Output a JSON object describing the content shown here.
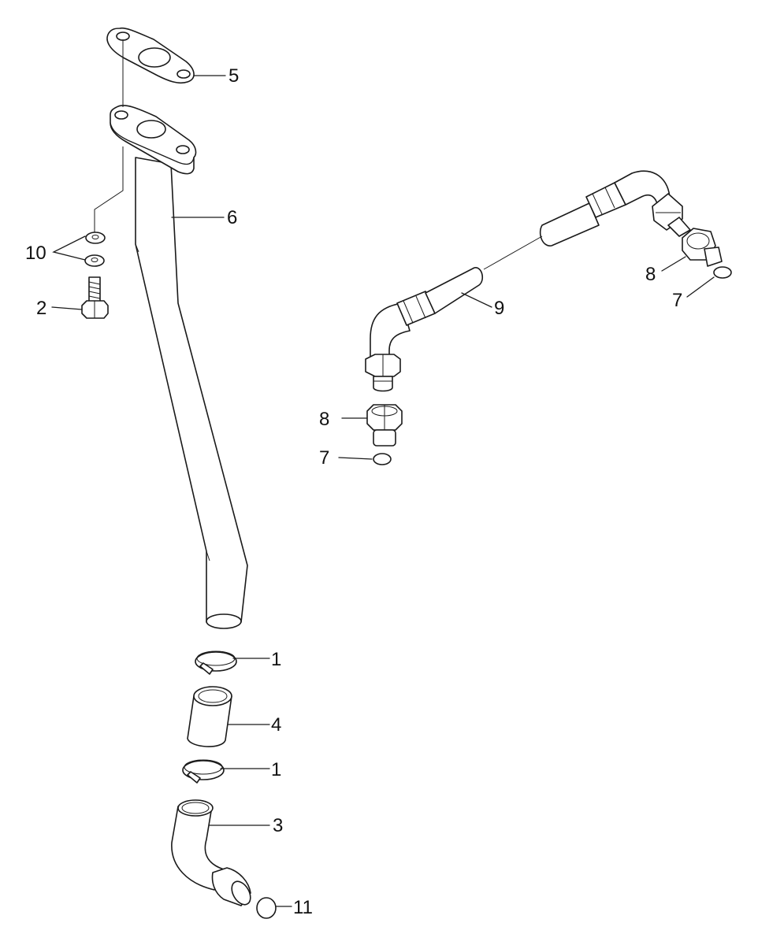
{
  "callouts": [
    {
      "id": "c1a",
      "text": "1"
    },
    {
      "id": "c1b",
      "text": "1"
    },
    {
      "id": "c2",
      "text": "2"
    },
    {
      "id": "c3",
      "text": "3"
    },
    {
      "id": "c4",
      "text": "4"
    },
    {
      "id": "c5",
      "text": "5"
    },
    {
      "id": "c6",
      "text": "6"
    },
    {
      "id": "c7a",
      "text": "7"
    },
    {
      "id": "c7b",
      "text": "7"
    },
    {
      "id": "c8a",
      "text": "8"
    },
    {
      "id": "c8b",
      "text": "8"
    },
    {
      "id": "c9",
      "text": "9"
    },
    {
      "id": "c10",
      "text": "10"
    },
    {
      "id": "c11",
      "text": "11"
    }
  ]
}
